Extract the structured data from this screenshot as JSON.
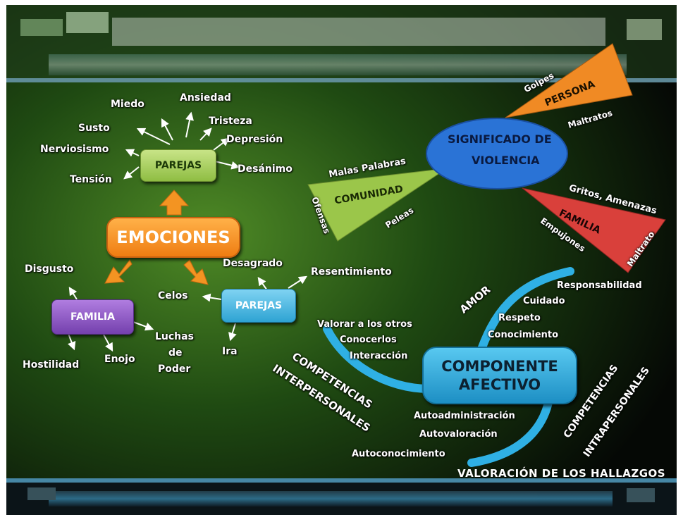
{
  "center": {
    "emociones": "EMOCIONES"
  },
  "parejas_top": {
    "box": "PAREJAS",
    "items": {
      "miedo": "Miedo",
      "ansiedad": "Ansiedad",
      "susto": "Susto",
      "tristeza": "Tristeza",
      "depresion": "Depresión",
      "nerviosismo": "Nerviosismo",
      "desanimo": "Desánimo",
      "tension": "Tensión"
    }
  },
  "familia_left": {
    "box": "FAMILIA",
    "items": {
      "disgusto": "Disgusto",
      "hostilidad": "Hostilidad",
      "enojo": "Enojo",
      "luchas_1": "Luchas",
      "luchas_2": "de",
      "luchas_3": "Poder"
    }
  },
  "parejas_bottom": {
    "box": "PAREJAS",
    "items": {
      "desagrado": "Desagrado",
      "resentimiento": "Resentimiento",
      "celos": "Celos",
      "ira": "Ira"
    }
  },
  "violencia": {
    "ellipse_line1": "SIGNIFICADO DE",
    "ellipse_line2": "VIOLENCIA",
    "persona": {
      "label": "PERSONA",
      "golpes": "Golpes",
      "maltratos": "Maltratos"
    },
    "comunidad": {
      "label": "COMUNIDAD",
      "malas_palabras": "Malas Palabras",
      "ofensas": "Ofensas",
      "peleas": "Peleas"
    },
    "familia": {
      "label": "FAMILIA",
      "gritos": "Gritos, Amenazas",
      "empujones": "Empujones",
      "maltrato": "Maltrato"
    }
  },
  "afectivo": {
    "box_line1": "COMPONENTE",
    "box_line2": "AFECTIVO",
    "amor": "AMOR",
    "amor_items": {
      "responsabilidad": "Responsabilidad",
      "cuidado": "Cuidado",
      "respeto": "Respeto",
      "conocimiento": "Conocimiento"
    },
    "inter_line1": "COMPETENCIAS",
    "inter_line2": "INTERPERSONALES",
    "inter_items": {
      "valorar": "Valorar  a los otros",
      "conocerlos": "Conocerlos",
      "interaccion": "Interacción"
    },
    "intra_line1": "COMPETENCIAS",
    "intra_line2": "INTRAPERSONALES",
    "intra_items": {
      "autoadministracion": "Autoadministración",
      "autovaloracion": "Autovaloración",
      "autoconocimiento": "Autoconocimiento"
    }
  },
  "footer": "VALORACIÓN DE LOS HALLAZGOS",
  "colors": {
    "orange": "#f39422",
    "green_box": "#a9d15a",
    "purple": "#8a4fc0",
    "blue_box": "#38b4e3",
    "ellipse": "#2a73d6",
    "persona": "#f08a24",
    "comunidad": "#9bc64a",
    "familia_tri": "#d9403b",
    "arc": "#2fb0e4"
  }
}
